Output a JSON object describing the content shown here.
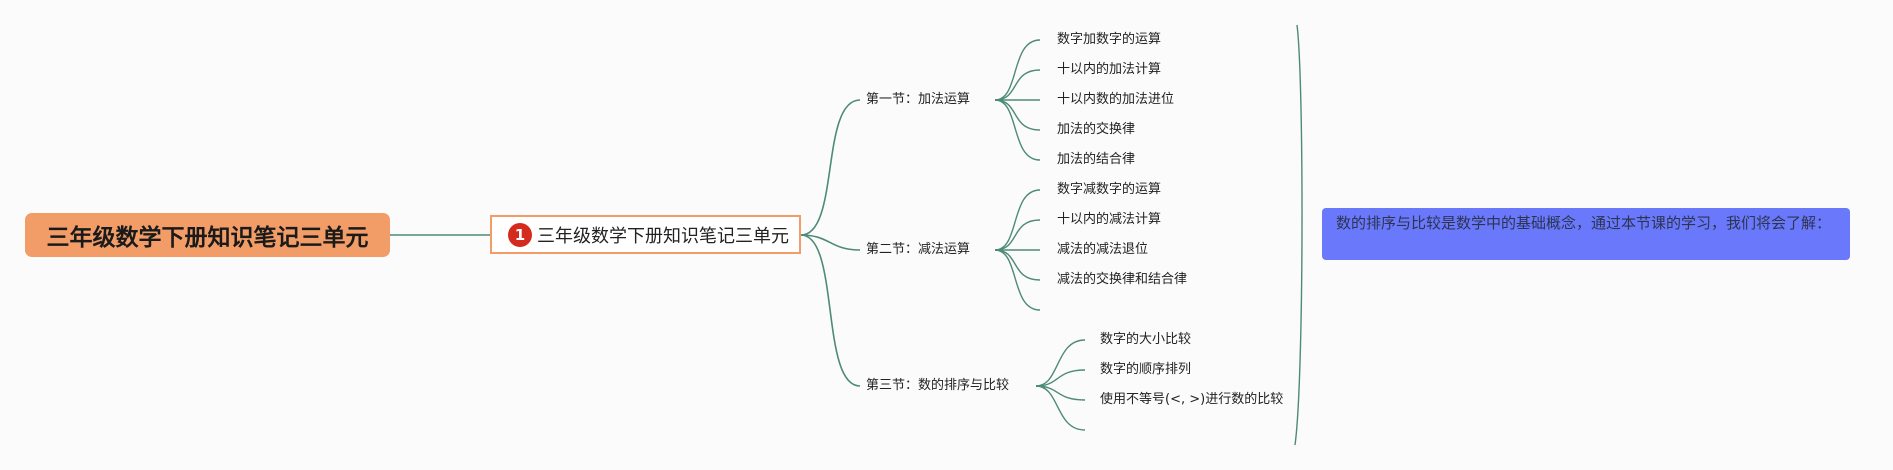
{
  "root": {
    "label": "三年级数学下册知识笔记三单元"
  },
  "main": {
    "badge": "1",
    "label": "三年级数学下册知识笔记三单元"
  },
  "sections": [
    {
      "label": "第一节：加法运算",
      "items": [
        "数字加数字的运算",
        "十以内的加法计算",
        "十以内数的加法进位",
        "加法的交换律",
        "加法的结合律"
      ]
    },
    {
      "label": "第二节：减法运算",
      "items": [
        "数字减数字的运算",
        "十以内的减法计算",
        "减法的减法退位",
        "减法的交换律和结合律",
        ""
      ]
    },
    {
      "label": "第三节：数的排序与比较",
      "items": [
        "数字的大小比较",
        "数字的顺序排列",
        "使用不等号(<, >)进行数的比较",
        ""
      ]
    }
  ],
  "note": {
    "text": "数的排序与比较是数学中的基础概念，通过本节课的学习，我们将会了解："
  },
  "colors": {
    "root_fill": "#f29c67",
    "main_border": "#f29c67",
    "badge": "#d42b1e",
    "edge": "#4e8a78",
    "note_fill": "#6a79fb"
  }
}
